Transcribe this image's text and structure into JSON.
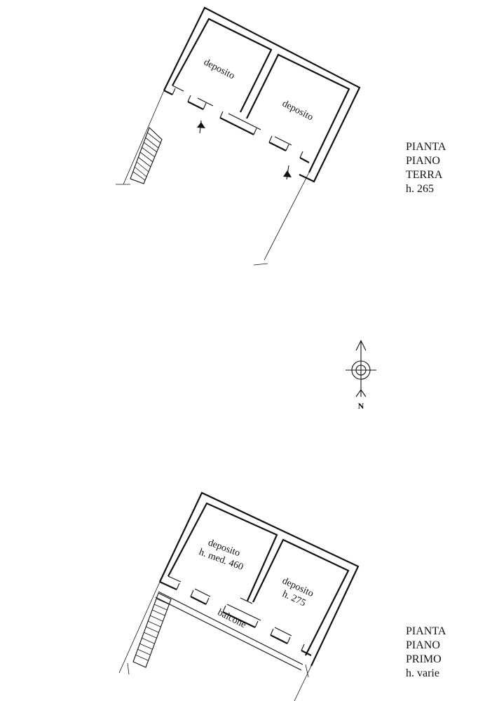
{
  "ground_floor": {
    "title_lines": [
      "PIANTA",
      "PIANO",
      "TERRA",
      "h. 265"
    ],
    "rooms": [
      {
        "label_lines": [
          "deposito"
        ]
      },
      {
        "label_lines": [
          "deposito"
        ]
      }
    ]
  },
  "first_floor": {
    "title_lines": [
      "PIANTA",
      "PIANO",
      "PRIMO",
      "h. varie"
    ],
    "rooms": [
      {
        "label_lines": [
          "deposito",
          "h. med. 460"
        ]
      },
      {
        "label_lines": [
          "deposito",
          "h. 275"
        ]
      }
    ],
    "balcony_label": "balcone"
  },
  "north_arrow": {
    "label": "N"
  }
}
